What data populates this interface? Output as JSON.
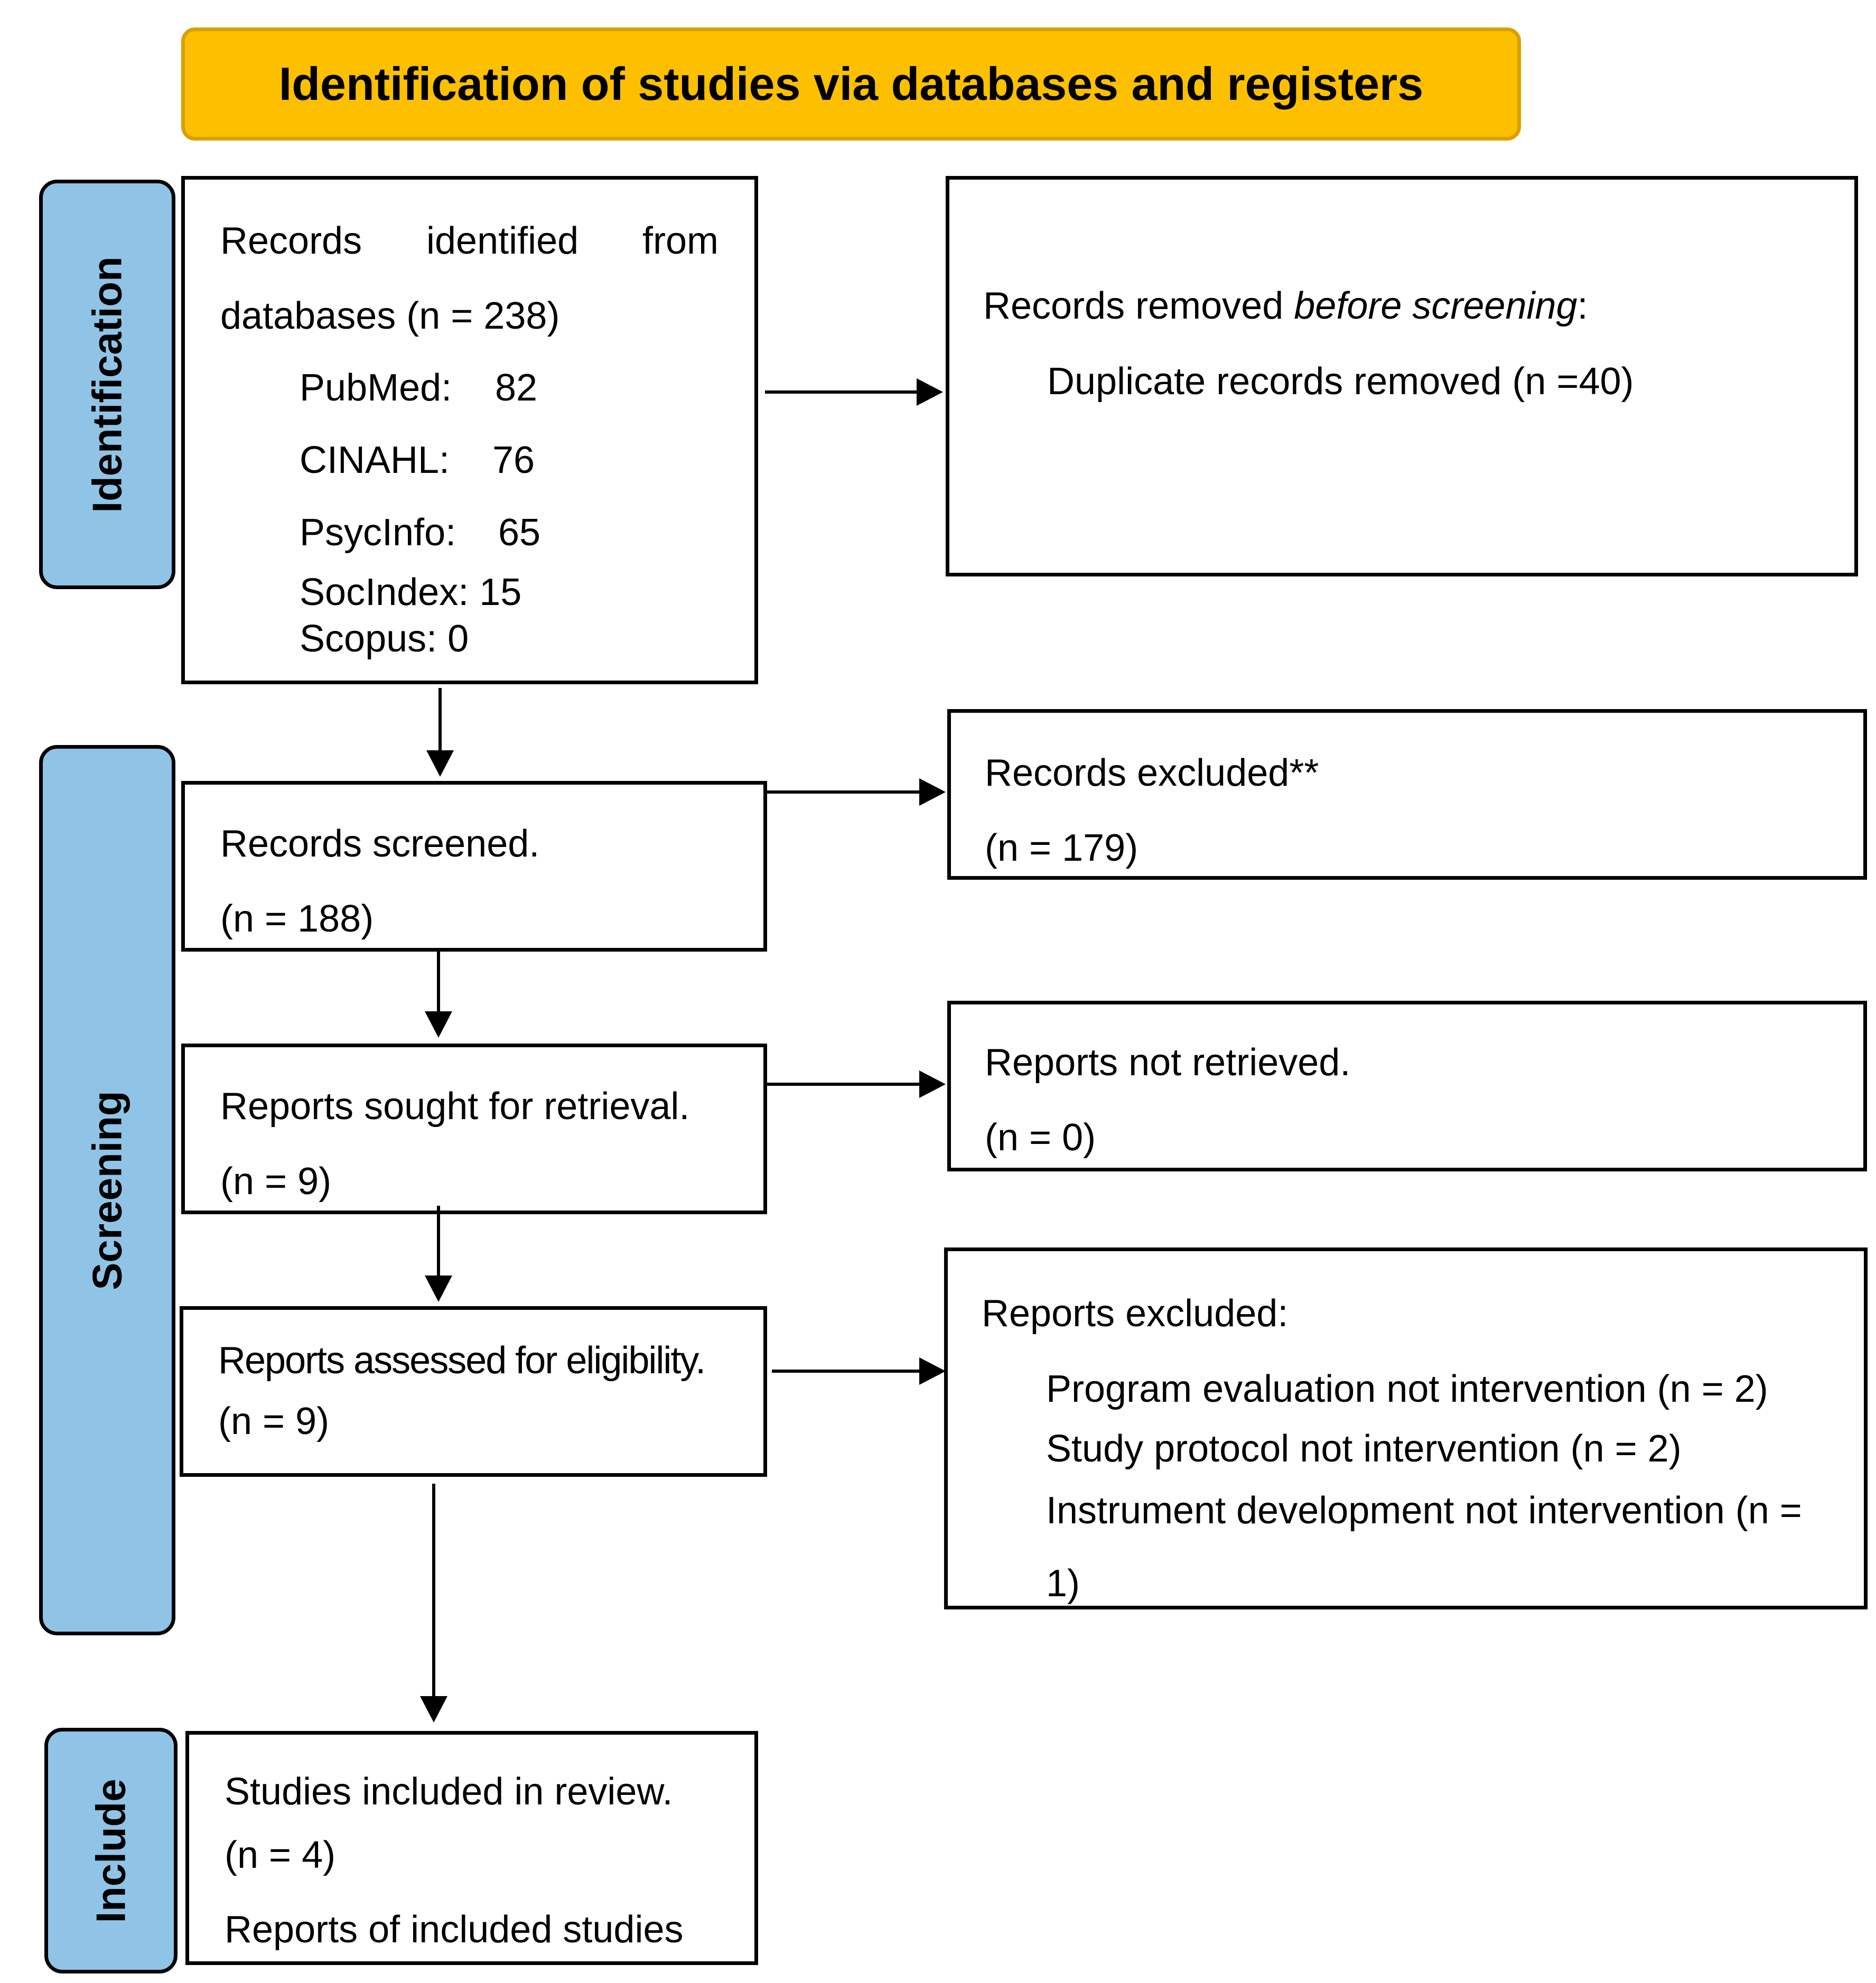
{
  "colors": {
    "header_fill": "#fcc000",
    "phase_fill": "#8fc4e6",
    "line": "#000000"
  },
  "header": {
    "title": "Identification of studies via databases and registers"
  },
  "phases": {
    "identification": "Identification",
    "screening": "Screening",
    "include": "Include"
  },
  "identified": {
    "line1_words": [
      "Records",
      "identified",
      "from"
    ],
    "line2": "databases (n = 238)",
    "sources": [
      {
        "name": "PubMed:",
        "count": "82"
      },
      {
        "name": "CINAHL:",
        "count": "76"
      },
      {
        "name": "PsycInfo:",
        "count": "65"
      }
    ],
    "socindex": "SocIndex: 15",
    "scopus": "Scopus: 0"
  },
  "removed": {
    "text_prefix": "Records removed ",
    "text_italic": "before screening",
    "text_suffix": ":",
    "duplicates": "Duplicate records removed (n =40)"
  },
  "screened": {
    "title": "Records screened.",
    "count": "(n = 188)"
  },
  "excluded": {
    "title": "Records excluded**",
    "count": "(n = 179)"
  },
  "sought": {
    "title": "Reports sought for retrieval.",
    "count": "(n = 9)"
  },
  "not_retrieved": {
    "title": "Reports not retrieved.",
    "count": "(n = 0)"
  },
  "assessed": {
    "title": "Reports assessed for eligibility.",
    "count": "(n = 9)"
  },
  "reports_excluded": {
    "title": "Reports excluded:",
    "reasons": [
      "Program evaluation not intervention (n = 2)",
      "Study protocol not intervention (n = 2)",
      "Instrument development not intervention (n ="
    ],
    "wrap": "1)"
  },
  "included": {
    "title": "Studies included in review.",
    "count": "(n = 4)",
    "reports": "Reports of included studies"
  }
}
